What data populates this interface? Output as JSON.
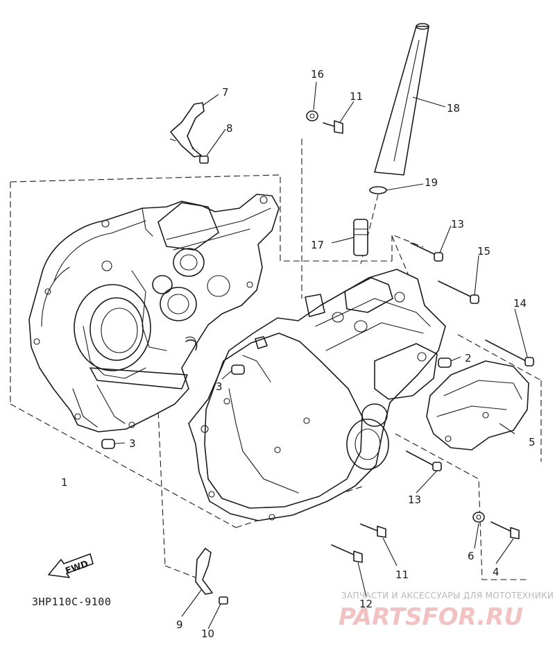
{
  "diagram": {
    "drawing_code": "3HP110C-9100",
    "direction_marker": "FWD",
    "callouts": [
      {
        "id": "c1",
        "label": "1",
        "part": "crankcase-left-half"
      },
      {
        "id": "c2",
        "label": "2",
        "part": "dowel-pin"
      },
      {
        "id": "c3a",
        "label": "3",
        "part": "dowel-pin"
      },
      {
        "id": "c3b",
        "label": "3",
        "part": "dowel-pin"
      },
      {
        "id": "c4",
        "label": "4",
        "part": "bolt"
      },
      {
        "id": "c5",
        "label": "5",
        "part": "cover"
      },
      {
        "id": "c6",
        "label": "6",
        "part": "washer"
      },
      {
        "id": "c7",
        "label": "7",
        "part": "plate"
      },
      {
        "id": "c8",
        "label": "8",
        "part": "screw"
      },
      {
        "id": "c9",
        "label": "9",
        "part": "plate"
      },
      {
        "id": "c10",
        "label": "10",
        "part": "screw"
      },
      {
        "id": "c11a",
        "label": "11",
        "part": "bolt"
      },
      {
        "id": "c11b",
        "label": "11",
        "part": "bolt"
      },
      {
        "id": "c12",
        "label": "12",
        "part": "bolt"
      },
      {
        "id": "c13a",
        "label": "13",
        "part": "bolt"
      },
      {
        "id": "c13b",
        "label": "13",
        "part": "bolt"
      },
      {
        "id": "c14",
        "label": "14",
        "part": "bolt"
      },
      {
        "id": "c15",
        "label": "15",
        "part": "bolt"
      },
      {
        "id": "c16",
        "label": "16",
        "part": "washer"
      },
      {
        "id": "c17",
        "label": "17",
        "part": "nipple"
      },
      {
        "id": "c18",
        "label": "18",
        "part": "breather-hose"
      },
      {
        "id": "c19",
        "label": "19",
        "part": "clip"
      }
    ]
  },
  "watermark": {
    "caption": "ЗАПЧАСТИ И АКСЕССУАРЫ ДЛЯ МОТОТЕХНИКИ",
    "logo": "PARTSFOR.RU",
    "color": "#f0b8b8"
  }
}
